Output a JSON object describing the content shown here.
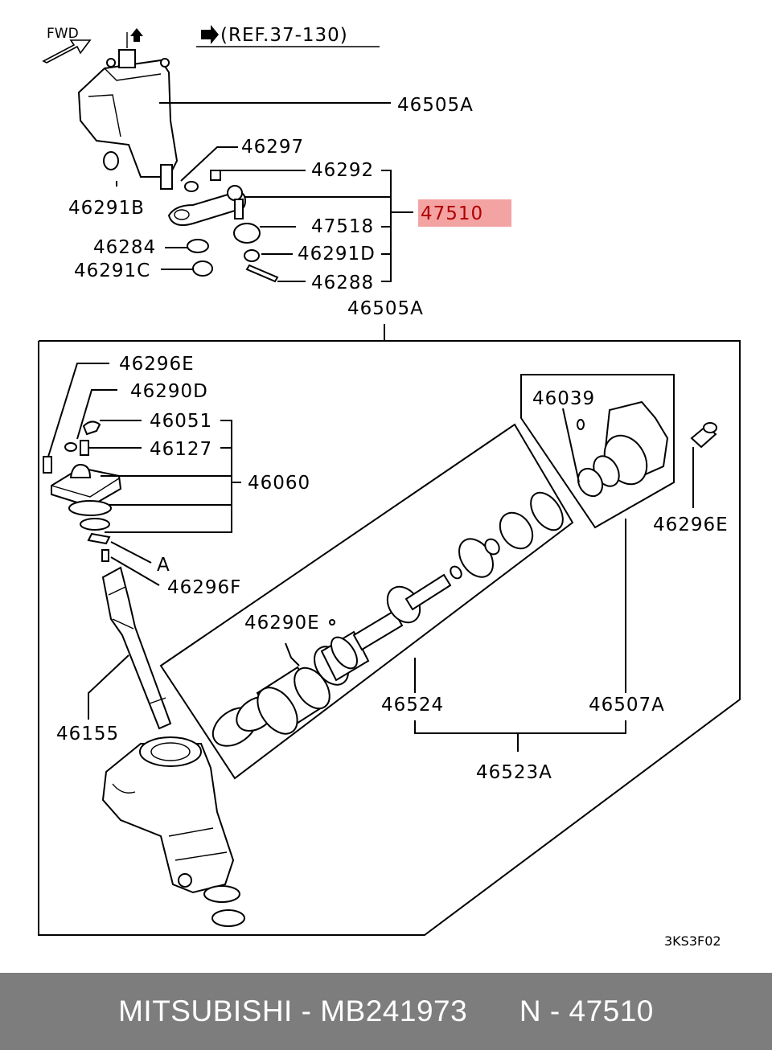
{
  "header": {
    "fwd_label": "FWD",
    "ref_label": "(REF.37-130)"
  },
  "labels": {
    "l46505A_top": "46505A",
    "l46297": "46297",
    "l46292": "46292",
    "l46291B": "46291B",
    "l47510": "47510",
    "l47518": "47518",
    "l46284": "46284",
    "l46291D": "46291D",
    "l46291C": "46291C",
    "l46288": "46288",
    "l46505A_box": "46505A",
    "l46296E_a": "46296E",
    "l46290D": "46290D",
    "l46051": "46051",
    "l46127": "46127",
    "l46060": "46060",
    "lA": "A",
    "l46296F": "46296F",
    "l46039": "46039",
    "l46296E_b": "46296E",
    "l46290E": "46290E",
    "l46155": "46155",
    "l46524": "46524",
    "l46507A": "46507A",
    "l46523A": "46523A",
    "code": "3KS3F02"
  },
  "highlight_color": "#f4a3a3",
  "footer": {
    "brand": "MITSUBISHI",
    "part_number": "MB241973",
    "ref_number": "N - 47510"
  }
}
